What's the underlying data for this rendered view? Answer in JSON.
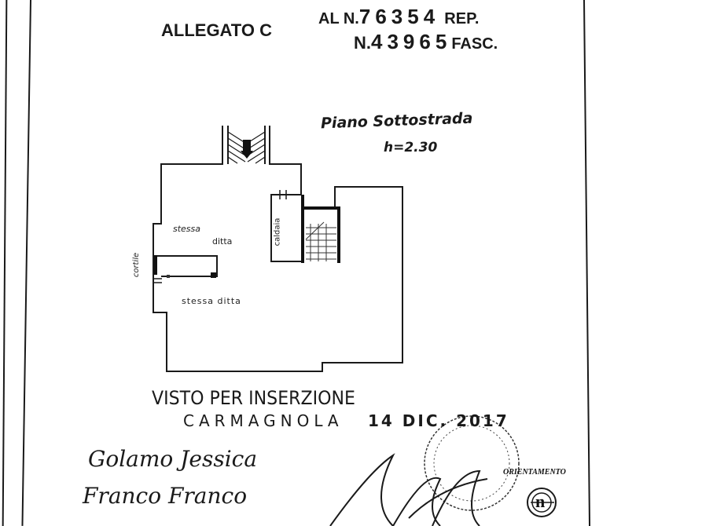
{
  "header": {
    "allegato": "ALLEGATO C",
    "rep_prefix": "AL N.",
    "rep_number": "76354",
    "rep_label": "REP.",
    "fasc_prefix": "N.",
    "fasc_number": "43965",
    "fasc_label": "FASC."
  },
  "plan": {
    "title": "Piano Sottostrada",
    "height": "h=2.30",
    "rooms": {
      "stessa_ditta_1_line1": "stessa",
      "stessa_ditta_1_line2": "ditta",
      "stessa_ditta_2": "stessa ditta",
      "caldaia": "caldaia",
      "cortile": "cortile"
    }
  },
  "stamp": {
    "line1": "VISTO PER INSERZIONE",
    "city": "CARMAGNOLA",
    "date": "14 DIC. 2017"
  },
  "signatures": {
    "sig1": "Golamo Jessica",
    "sig2": "Franco Franco"
  },
  "orientation": {
    "label": "ORIENTAMENTO",
    "symbol": "n"
  }
}
